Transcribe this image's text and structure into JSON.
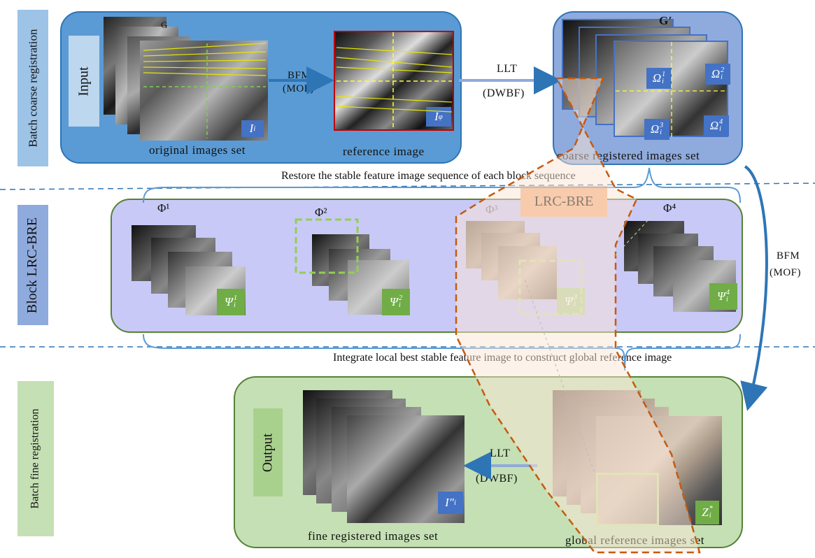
{
  "side_labels": {
    "coarse": "Batch coarse registration",
    "block": "Block LRC-BRE",
    "fine": "Batch fine registration"
  },
  "input_label": "Input",
  "output_label": "Output",
  "set_labels": {
    "original": "original  images  set",
    "reference": "reference  image",
    "coarse": "coarse  registered  images  set",
    "fine": "fine  registered  images  set",
    "global": "global  reference   images set"
  },
  "arrows": {
    "bfm1": "BFM",
    "mof1": "(MOF)",
    "llt1": "LLT",
    "dwbf1": "(DWBF)",
    "bfm2": "BFM",
    "mof2": "(MOF)",
    "llt2": "LLT",
    "dwbf2": "(DWBF)"
  },
  "captions": {
    "restore": "Restore the stable feature image sequence of each block sequence",
    "integrate": "Integrate local best stable feature image to construct global reference image"
  },
  "lrc_bre": "LRC-BRE",
  "badges": {
    "I_i": "I",
    "I_i_sub": "i",
    "I_phi": "I",
    "I_phi_sub": "φ",
    "omega1": "Ω",
    "omega2": "Ω",
    "omega3": "Ω",
    "omega4": "Ω",
    "psi1": "Ψ",
    "psi2": "Ψ",
    "psi3": "Ψ",
    "psi4": "Ψ",
    "fine": "I″",
    "fine_sub": "i",
    "z": "Z",
    "z_sup": "*",
    "z_sub": "i",
    "sub_i": "i",
    "sup1": "1",
    "sup2": "2",
    "sup3": "3",
    "sup4": "4"
  },
  "phi_labels": [
    "Φ¹",
    "Φ²",
    "Φ³",
    "Φ⁴"
  ],
  "G_prime": "G′",
  "G_small": "G",
  "colors": {
    "top_panel": "#5a9bd5",
    "block_panel": "#c9c9f7",
    "output_panel": "#c5e0b4",
    "side_blue": "#9dc3e6",
    "side_purple": "#8faadc",
    "side_green": "#c5e0b4",
    "badge_blue": "#4472c4",
    "badge_green": "#70ad47",
    "lrc_orange": "#f4b183",
    "dash_orange": "#c55a11"
  }
}
